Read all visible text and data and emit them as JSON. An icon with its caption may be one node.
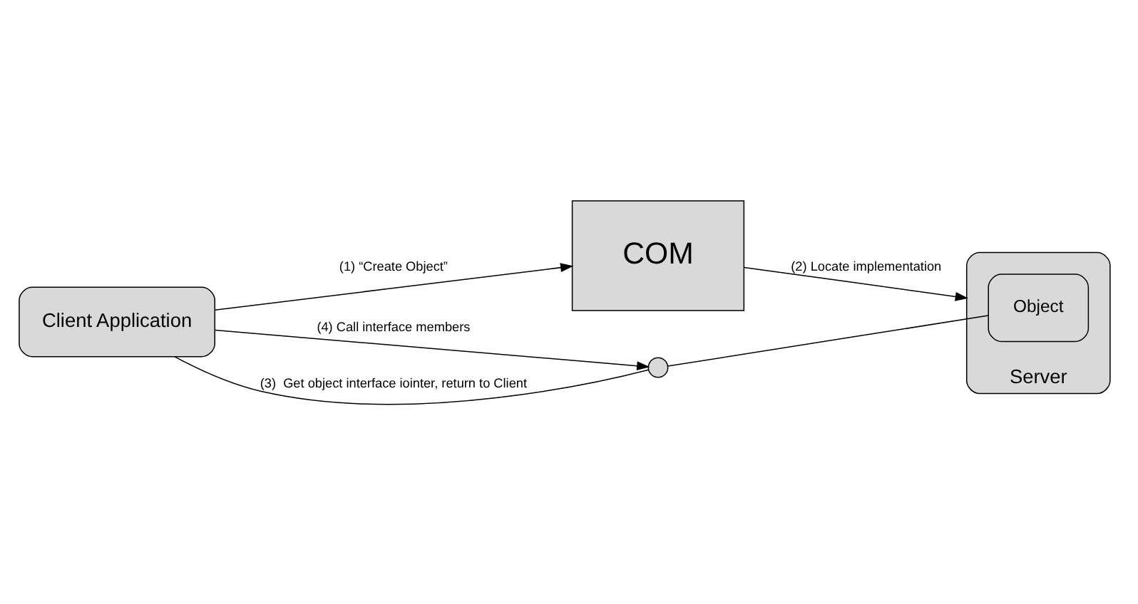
{
  "diagram": {
    "nodes": [
      {
        "text": [
          "Client Application"
        ]
      },
      {
        "text": [
          "Server"
        ]
      },
      {
        "text": [
          "Object"
        ],
        "in": 1
      },
      {
        "text": [
          "COM"
        ]
      },
      {
        "text": [],
        "shape": "circle"
      }
    ],
    "edges": [
      {
        "from": 0,
        "to": 3,
        "arrow": "to",
        "label": "(1) “Create Object”"
      },
      {
        "from": 3,
        "to": 1,
        "arrow": "to",
        "label": "(2) Locate implementation"
      },
      {
        "from": 4,
        "to": 0,
        "arrow": "none",
        "label": "(3)  Get object interface iointer, return to Client"
      },
      {
        "from": 0,
        "to": 4,
        "arrow": "to",
        "label": "(4) Call interface members"
      },
      {
        "from": 4,
        "to": 2,
        "arrow": "none"
      }
    ]
  }
}
